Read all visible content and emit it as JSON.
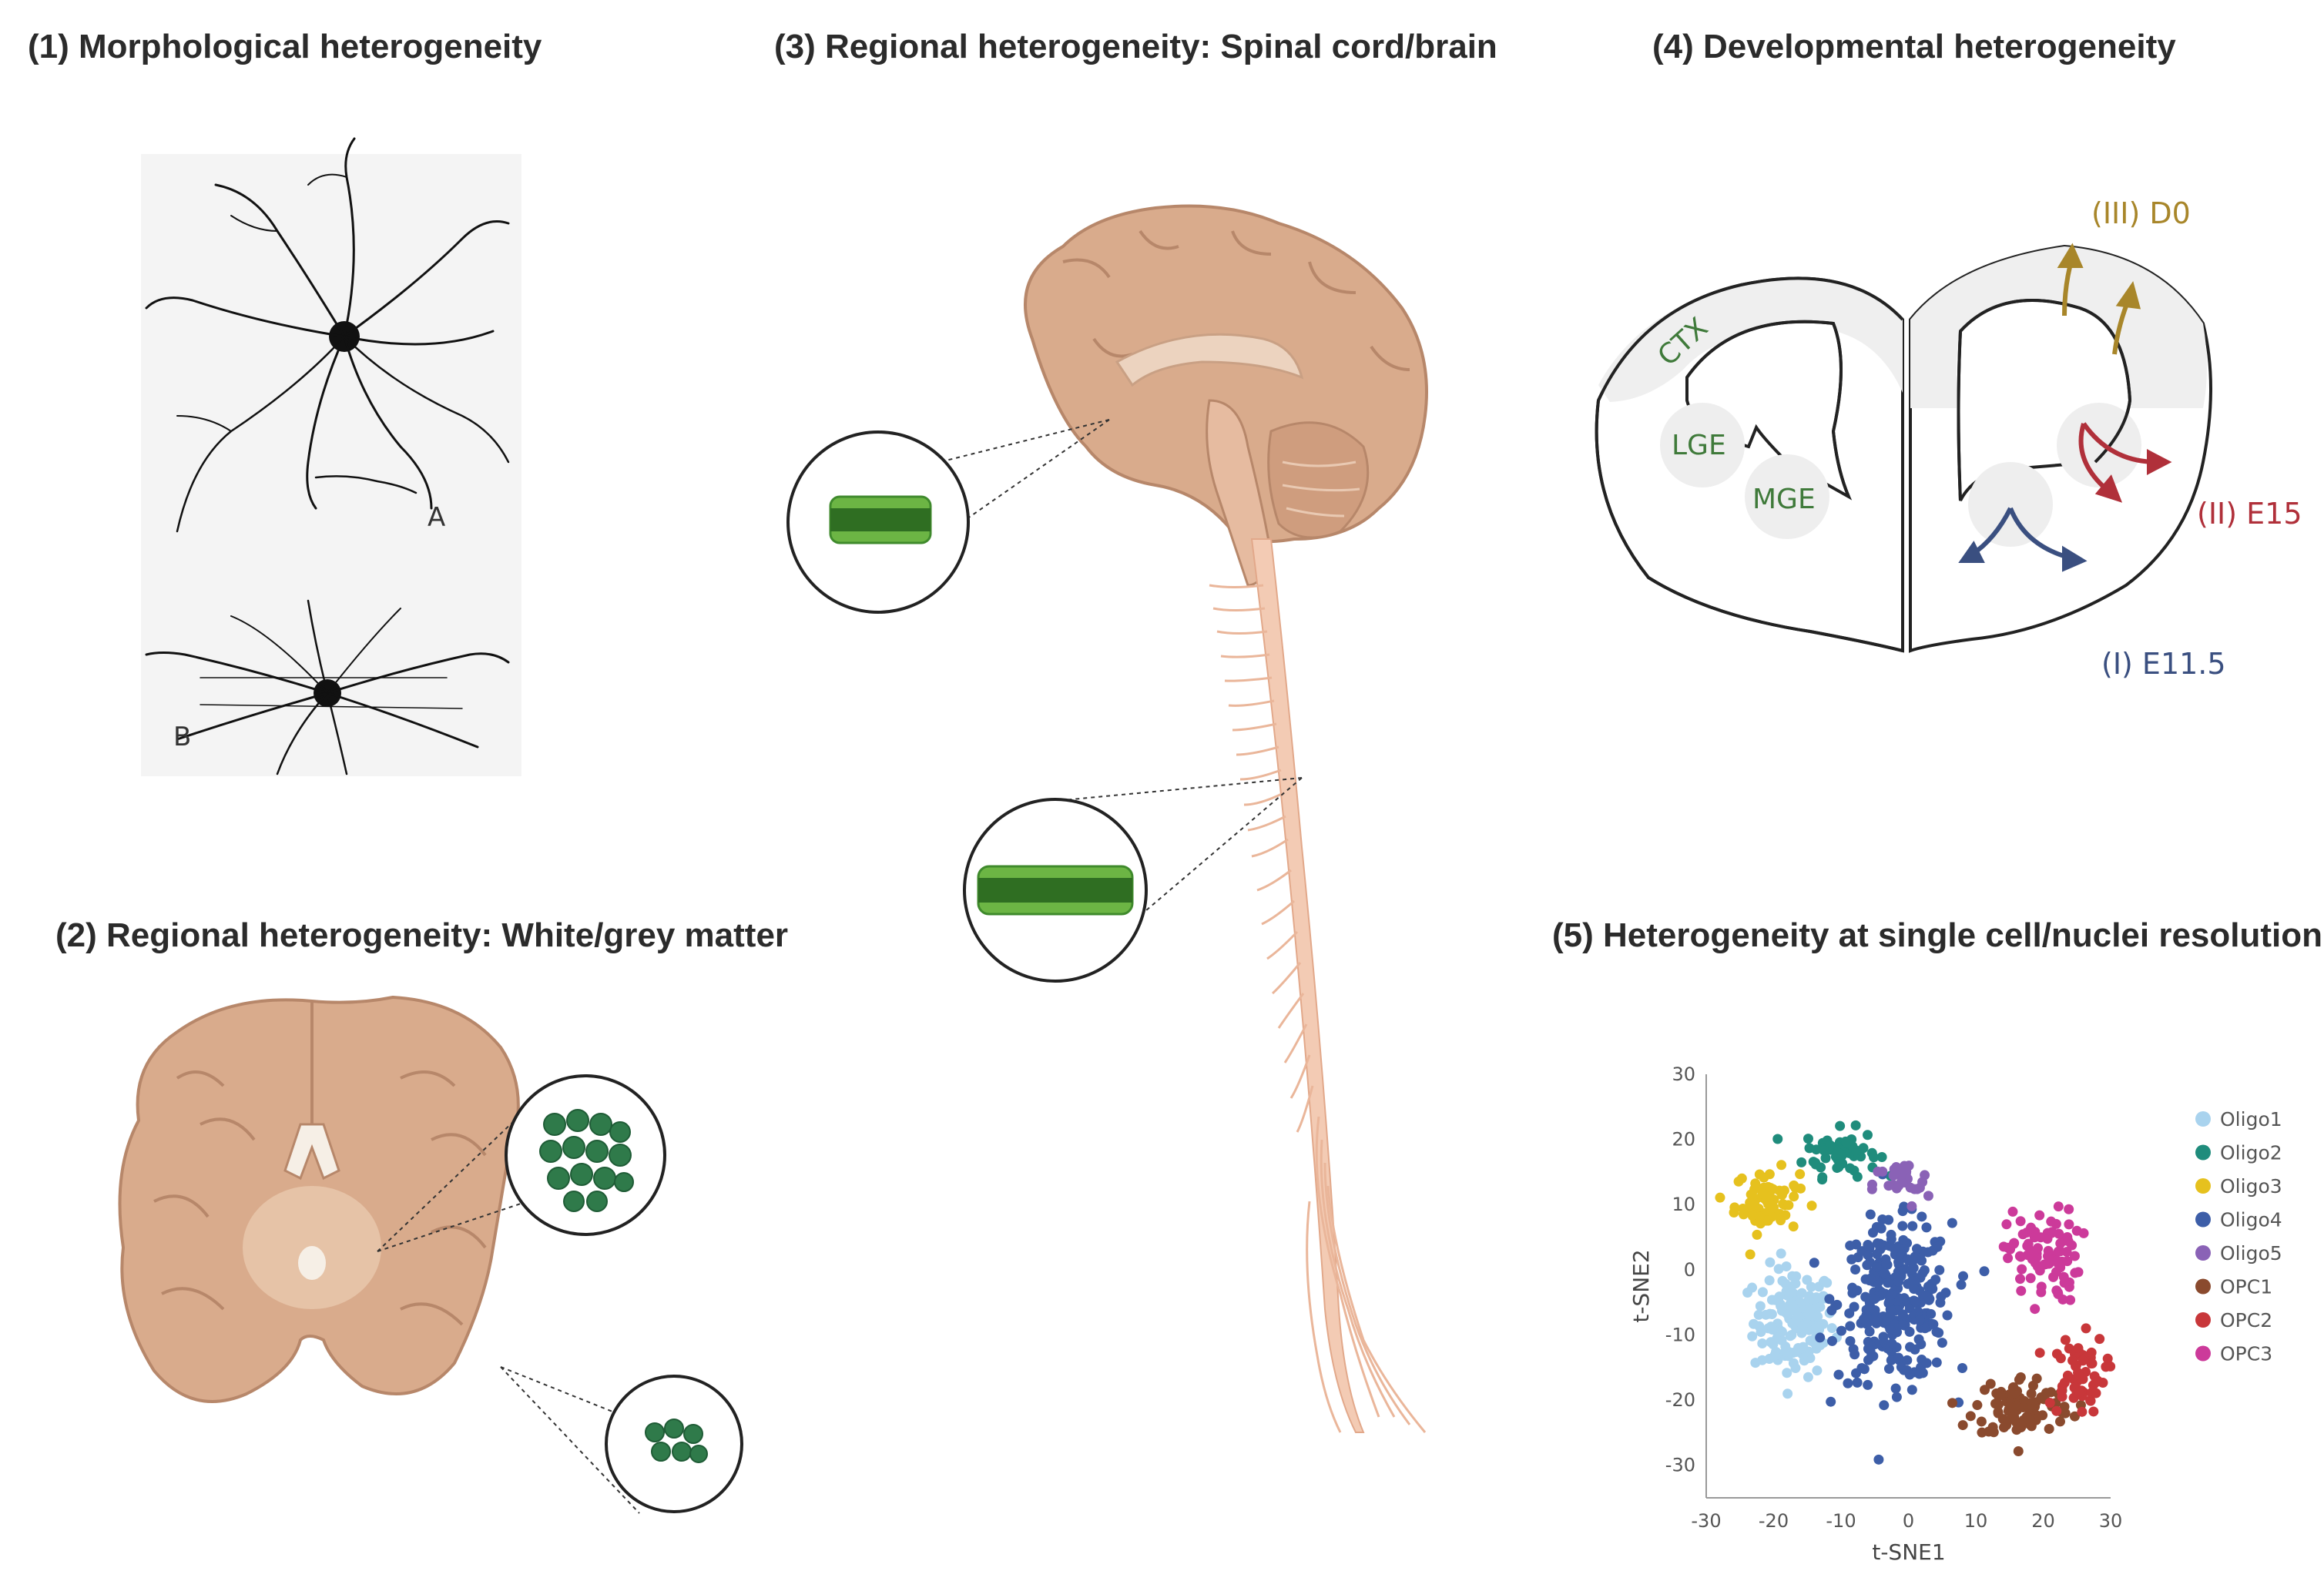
{
  "titles": {
    "p1": "(1)  Morphological heterogeneity",
    "p2": "(2)  Regional heterogeneity: White/grey matter",
    "p3": "(3) Regional heterogeneity: Spinal cord/brain",
    "p4": "(4) Developmental heterogeneity",
    "p5": "(5) Heterogeneity at single cell/nuclei resolution"
  },
  "morphology": {
    "label_a": "A",
    "label_b": "B"
  },
  "development": {
    "regions": [
      "CTX",
      "LGE",
      "MGE"
    ],
    "waves": [
      {
        "label": "(III) D0",
        "color": "#a8862a"
      },
      {
        "label": "(II) E15",
        "color": "#b0303a"
      },
      {
        "label": "(I) E11.5",
        "color": "#3a4f80"
      }
    ],
    "region_color": "#3f7a3a"
  },
  "chart_data": {
    "type": "scatter",
    "xlabel": "t-SNE1",
    "ylabel": "t-SNE2",
    "xlim": [
      -30,
      30
    ],
    "ylim": [
      -35,
      30
    ],
    "xticks": [
      -30,
      -20,
      -10,
      0,
      10,
      20,
      30
    ],
    "yticks": [
      30,
      20,
      10,
      0,
      -10,
      -20,
      -30
    ],
    "legend_position": "right",
    "series": [
      {
        "name": "Oligo1",
        "color": "#a9d3ee",
        "center": [
          -17,
          -8
        ],
        "spread": [
          5,
          7
        ],
        "n": 150
      },
      {
        "name": "Oligo2",
        "color": "#1f8c7c",
        "center": [
          -10,
          18
        ],
        "spread": [
          4.5,
          3
        ],
        "n": 60
      },
      {
        "name": "Oligo3",
        "color": "#e6c11e",
        "center": [
          -21,
          10.5
        ],
        "spread": [
          4,
          4
        ],
        "n": 70
      },
      {
        "name": "Oligo4",
        "color": "#3d5ea8",
        "center": [
          -2,
          -5
        ],
        "spread": [
          7,
          10
        ],
        "n": 300
      },
      {
        "name": "Oligo5",
        "color": "#8a62b6",
        "center": [
          -1,
          13
        ],
        "spread": [
          3.5,
          3
        ],
        "n": 30
      },
      {
        "name": "OPC1",
        "color": "#8a4a2e",
        "center": [
          17,
          -21
        ],
        "spread": [
          6,
          4
        ],
        "n": 100
      },
      {
        "name": "OPC2",
        "color": "#c8373a",
        "center": [
          25,
          -16
        ],
        "spread": [
          3.5,
          5
        ],
        "n": 60
      },
      {
        "name": "OPC3",
        "color": "#cc3a9a",
        "center": [
          20,
          2
        ],
        "spread": [
          4.5,
          6
        ],
        "n": 90
      }
    ]
  }
}
